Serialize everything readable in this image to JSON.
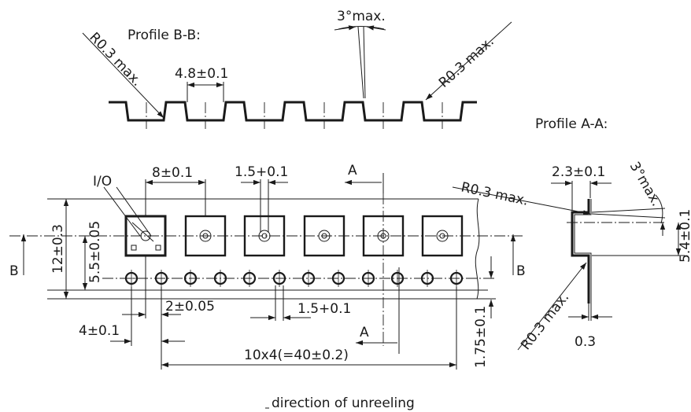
{
  "drawing": {
    "profile_bb": {
      "title": "Profile B-B:",
      "radius_left": "R0.3 max.",
      "radius_right": "R0.3 max.",
      "pocket_width": "4.8±0.1",
      "draft_angle": "3°max."
    },
    "profile_aa": {
      "title": "Profile A-A:",
      "pocket_depth": "2.3±0.1",
      "angle": "3°max.",
      "radius_top": "R0.3 max.",
      "radius_bottom": "R0.3 max.",
      "height": "5.4±0.1",
      "thickness": "0.3"
    },
    "tape": {
      "pin1_label": "I/O",
      "pocket_pitch": "8±0.1",
      "pocket_hole": "1.5+0.1",
      "section_a_top": "A",
      "section_a_bottom": "A",
      "tape_width": "12±0.3",
      "pocket_offset": "5.5±0.05",
      "section_b_left": "B",
      "section_b_right": "B",
      "sprocket_to_pocket": "2±0.05",
      "sprocket_hole": "1.5+0.1",
      "sprocket_pitch": "4±0.1",
      "cumulative_pitch": "10x4(=40±0.2)",
      "edge_to_sprocket": "1.75±0.1"
    },
    "direction_label": "direction of unreeling"
  }
}
